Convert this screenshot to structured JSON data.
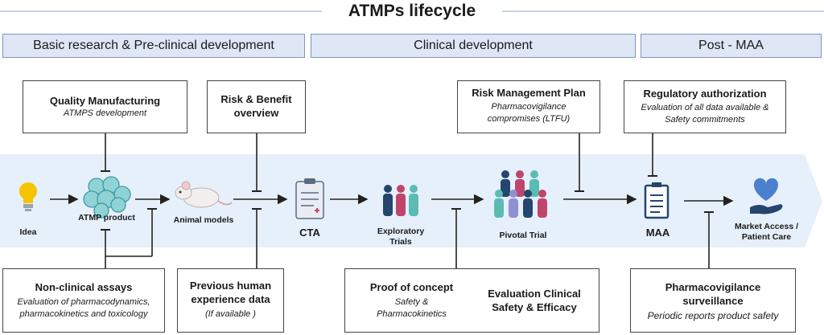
{
  "title": "ATMPs lifecycle",
  "phases": [
    {
      "label": "Basic research & Pre-clinical development"
    },
    {
      "label": "Clinical development"
    },
    {
      "label": "Post - MAA"
    }
  ],
  "steps": {
    "idea": "Idea",
    "atmp_product": "ATMP product",
    "animal_models": "Animal models",
    "cta": "CTA",
    "exploratory_trials": "Exploratory\nTrials",
    "pivotal_trial": "Pivotal Trial",
    "maa": "MAA",
    "market_access": "Market Access /\nPatient  Care"
  },
  "boxes": {
    "quality_manufacturing": {
      "title": "Quality Manufacturing",
      "subtitle": "ATMPS development"
    },
    "risk_benefit": {
      "title": "Risk & Benefit\noverview"
    },
    "risk_management": {
      "title": "Risk Management Plan",
      "subtitle": "Pharmacovigilance\ncompromises (LTFU)"
    },
    "regulatory_authorization": {
      "title": "Regulatory authorization",
      "subtitle": "Evaluation of all data available &\nSafety commitments"
    },
    "non_clinical": {
      "title": "Non-clinical assays",
      "subtitle": "Evaluation of pharmacodynamics,\npharmacokinetics and toxicology"
    },
    "previous_human": {
      "title": "Previous human\nexperience data",
      "subtitle": "(If available )"
    },
    "proof_of_concept": {
      "title": "Proof of concept",
      "subtitle": "Safety &\nPharmacokinetics",
      "title2": "Evaluation Clinical\nSafety & Efficacy"
    },
    "pharmacovigilance": {
      "title": "Pharmacovigilance\nsurveillance",
      "subtitle": "Periodic reports product safety"
    }
  },
  "colors": {
    "phase_fill": "#dfe6f6",
    "band": "#e6f0fb",
    "teal": "#5bbcb3",
    "navy": "#24466e",
    "rose": "#c0456b",
    "lavender": "#8f90d4",
    "heart": "#4b7fd0"
  },
  "icons": [
    "lightbulb-icon",
    "cell-cluster-icon",
    "mouse-icon",
    "clipboard-icon",
    "people-group-icon",
    "crowd-icon",
    "document-icon",
    "heart-hand-icon"
  ]
}
